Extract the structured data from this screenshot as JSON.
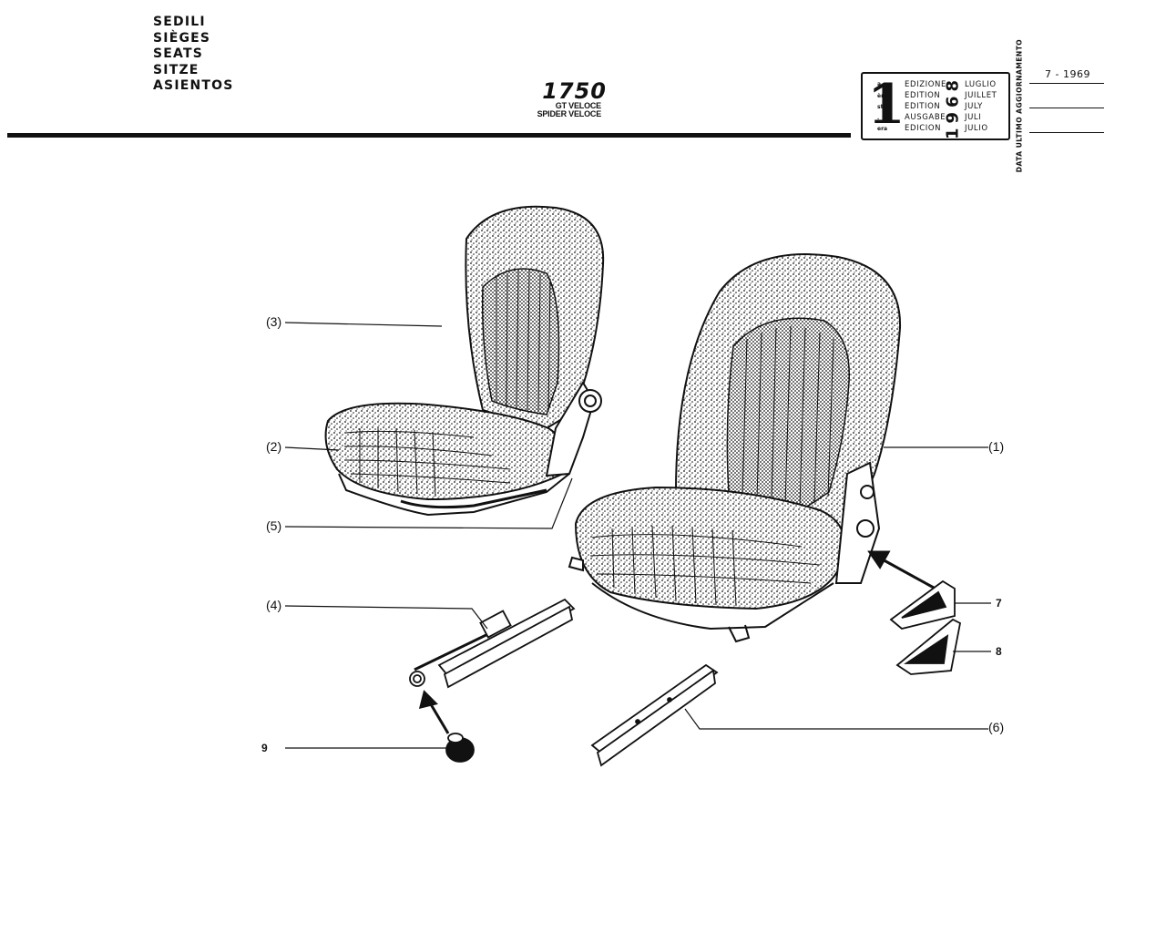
{
  "header": {
    "titles": [
      "SEDILI",
      "SIÈGES",
      "SEATS",
      "SITZE",
      "ASIENTOS"
    ],
    "model_number": "1750",
    "model_variants": [
      "GT VELOCE",
      "SPIDER VELOCE"
    ]
  },
  "edition_box": {
    "edition_number": "1",
    "superscripts": [
      "a",
      "ère",
      "st",
      ".",
      "era"
    ],
    "edition_words": [
      "EDIZIONE",
      "EDITION",
      "EDITION",
      "AUSGABE",
      "EDICION"
    ],
    "year": "1968",
    "months": [
      "LUGLIO",
      "JUILLET",
      "JULY",
      "JULI",
      "JULIO"
    ],
    "last_update_label": "DATA ULTIMO AGGIORNAMENTO",
    "last_update_value": "7 - 1969"
  },
  "callouts": {
    "c1": "(1)",
    "c2": "(2)",
    "c3": "(3)",
    "c4": "(4)",
    "c5": "(5)",
    "c6": "(6)",
    "c7": "7",
    "c8": "8",
    "c9": "9"
  }
}
